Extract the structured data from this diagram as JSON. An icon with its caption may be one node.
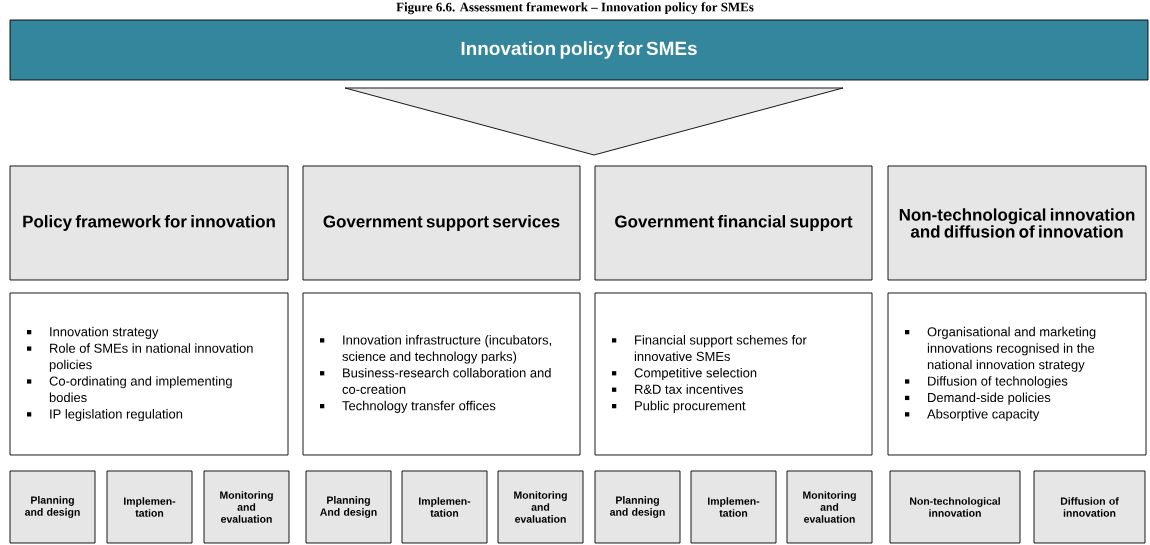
{
  "diagram": {
    "title": "Figure 6.6. Assessment framework – Innovation policy for SMEs",
    "nodes": [
      {
        "text": [
          "Innovation policy for SMEs"
        ]
      },
      {
        "text": [],
        "shape": "triangle"
      },
      {
        "text": [
          "Policy framework for innovation"
        ]
      },
      {
        "text": [
          "Government support services"
        ]
      },
      {
        "text": [
          "Government financial support"
        ]
      },
      {
        "text": [
          "Non-technological innovation and diffusion of innovation"
        ]
      },
      {
        "text": [
          "Innovation strategy",
          "Role of SMEs in national innovation policies",
          "Co-ordinating and implementing bodies",
          "IP legislation regulation"
        ]
      },
      {
        "text": [
          "Innovation infrastructure (incubators, science and technology parks)",
          "Business-research collaboration and co-creation",
          "Technology transfer offices"
        ]
      },
      {
        "text": [
          "Financial support schemes for innovative SMEs",
          "Competitive selection",
          "R&D tax incentives",
          "Public procurement"
        ]
      },
      {
        "text": [
          "Organisational and marketing innovations recognised in the national innovation strategy",
          "Diffusion of technologies",
          "Demand-side policies",
          "Absorptive capacity"
        ]
      },
      {
        "text": [
          "Planning and design"
        ]
      },
      {
        "text": [
          "Implemen- tation"
        ]
      },
      {
        "text": [
          "Monitoring and evaluation"
        ]
      },
      {
        "text": [
          "Planning And design"
        ]
      },
      {
        "text": [
          "Implemen- tation"
        ]
      },
      {
        "text": [
          "Monitoring and evaluation"
        ]
      },
      {
        "text": [
          "Planning and design"
        ]
      },
      {
        "text": [
          "Implemen- tation"
        ]
      },
      {
        "text": [
          "Monitoring and evaluation"
        ]
      },
      {
        "text": [
          "Non-technological innovation"
        ]
      },
      {
        "text": [
          "Diffusion of innovation"
        ]
      }
    ]
  }
}
